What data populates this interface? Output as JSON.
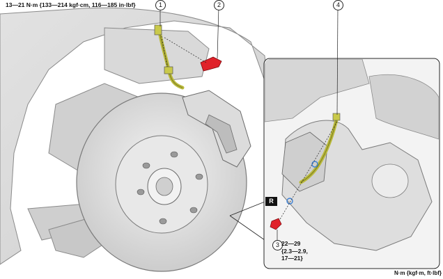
{
  "torque_main": "13—21 N·m {133—214 kgf·cm, 116—185 in·lbf}",
  "callouts": {
    "c1": "1",
    "c2": "2",
    "c3": "3",
    "c4": "4"
  },
  "badge_r": "R",
  "torque_bolt": [
    "22—29",
    "{2.3—2.9,",
    "17—21}"
  ],
  "units": "N·m {kgf·m, ft·lbf}",
  "colors": {
    "hose": "#b9b93a",
    "clip": "#e0222a",
    "bolt": "#e0222a",
    "washer": "#3a7fd5",
    "line": "#222222",
    "shade": "#d6d6d6"
  }
}
